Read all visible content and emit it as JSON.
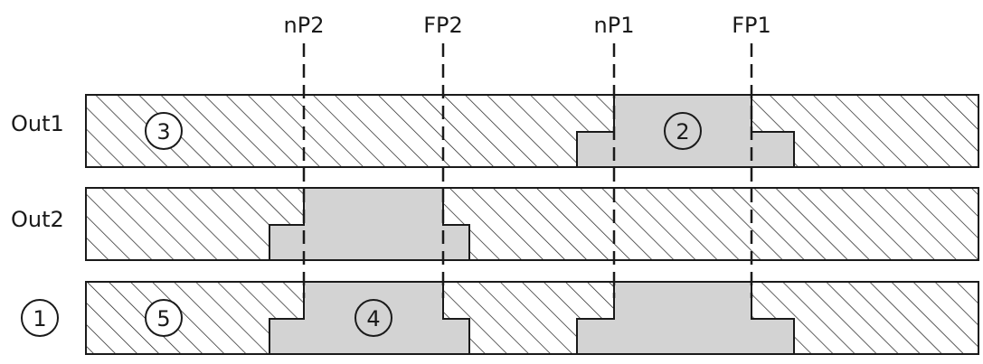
{
  "top_labels": {
    "np2": "nP2",
    "fp2": "FP2",
    "np1": "nP1",
    "fp1": "FP1"
  },
  "rows": {
    "out1": "Out1",
    "out2": "Out2",
    "row3_marker": "1"
  },
  "markers": {
    "out1_left": "3",
    "out1_pulse": "2",
    "row3_left": "5",
    "row3_pulse": "4"
  },
  "colors": {
    "hatch_line": "#1a1a1a",
    "pulse_fill": "#d3d3d3",
    "background": "#ffffff"
  }
}
